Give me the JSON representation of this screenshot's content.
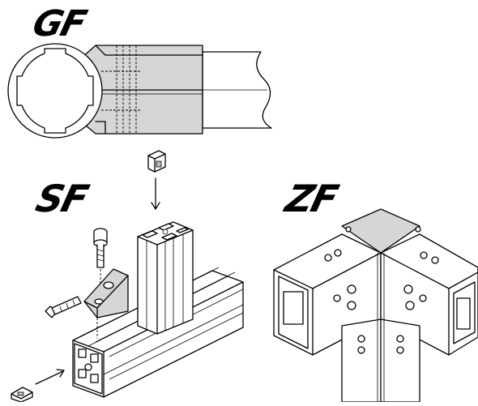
{
  "labels": {
    "gf": "GF",
    "sf": "SF",
    "zf": "ZF"
  },
  "colors": {
    "line": "#000000",
    "part_fill": "#d6d6d6",
    "background": "#ffffff"
  }
}
